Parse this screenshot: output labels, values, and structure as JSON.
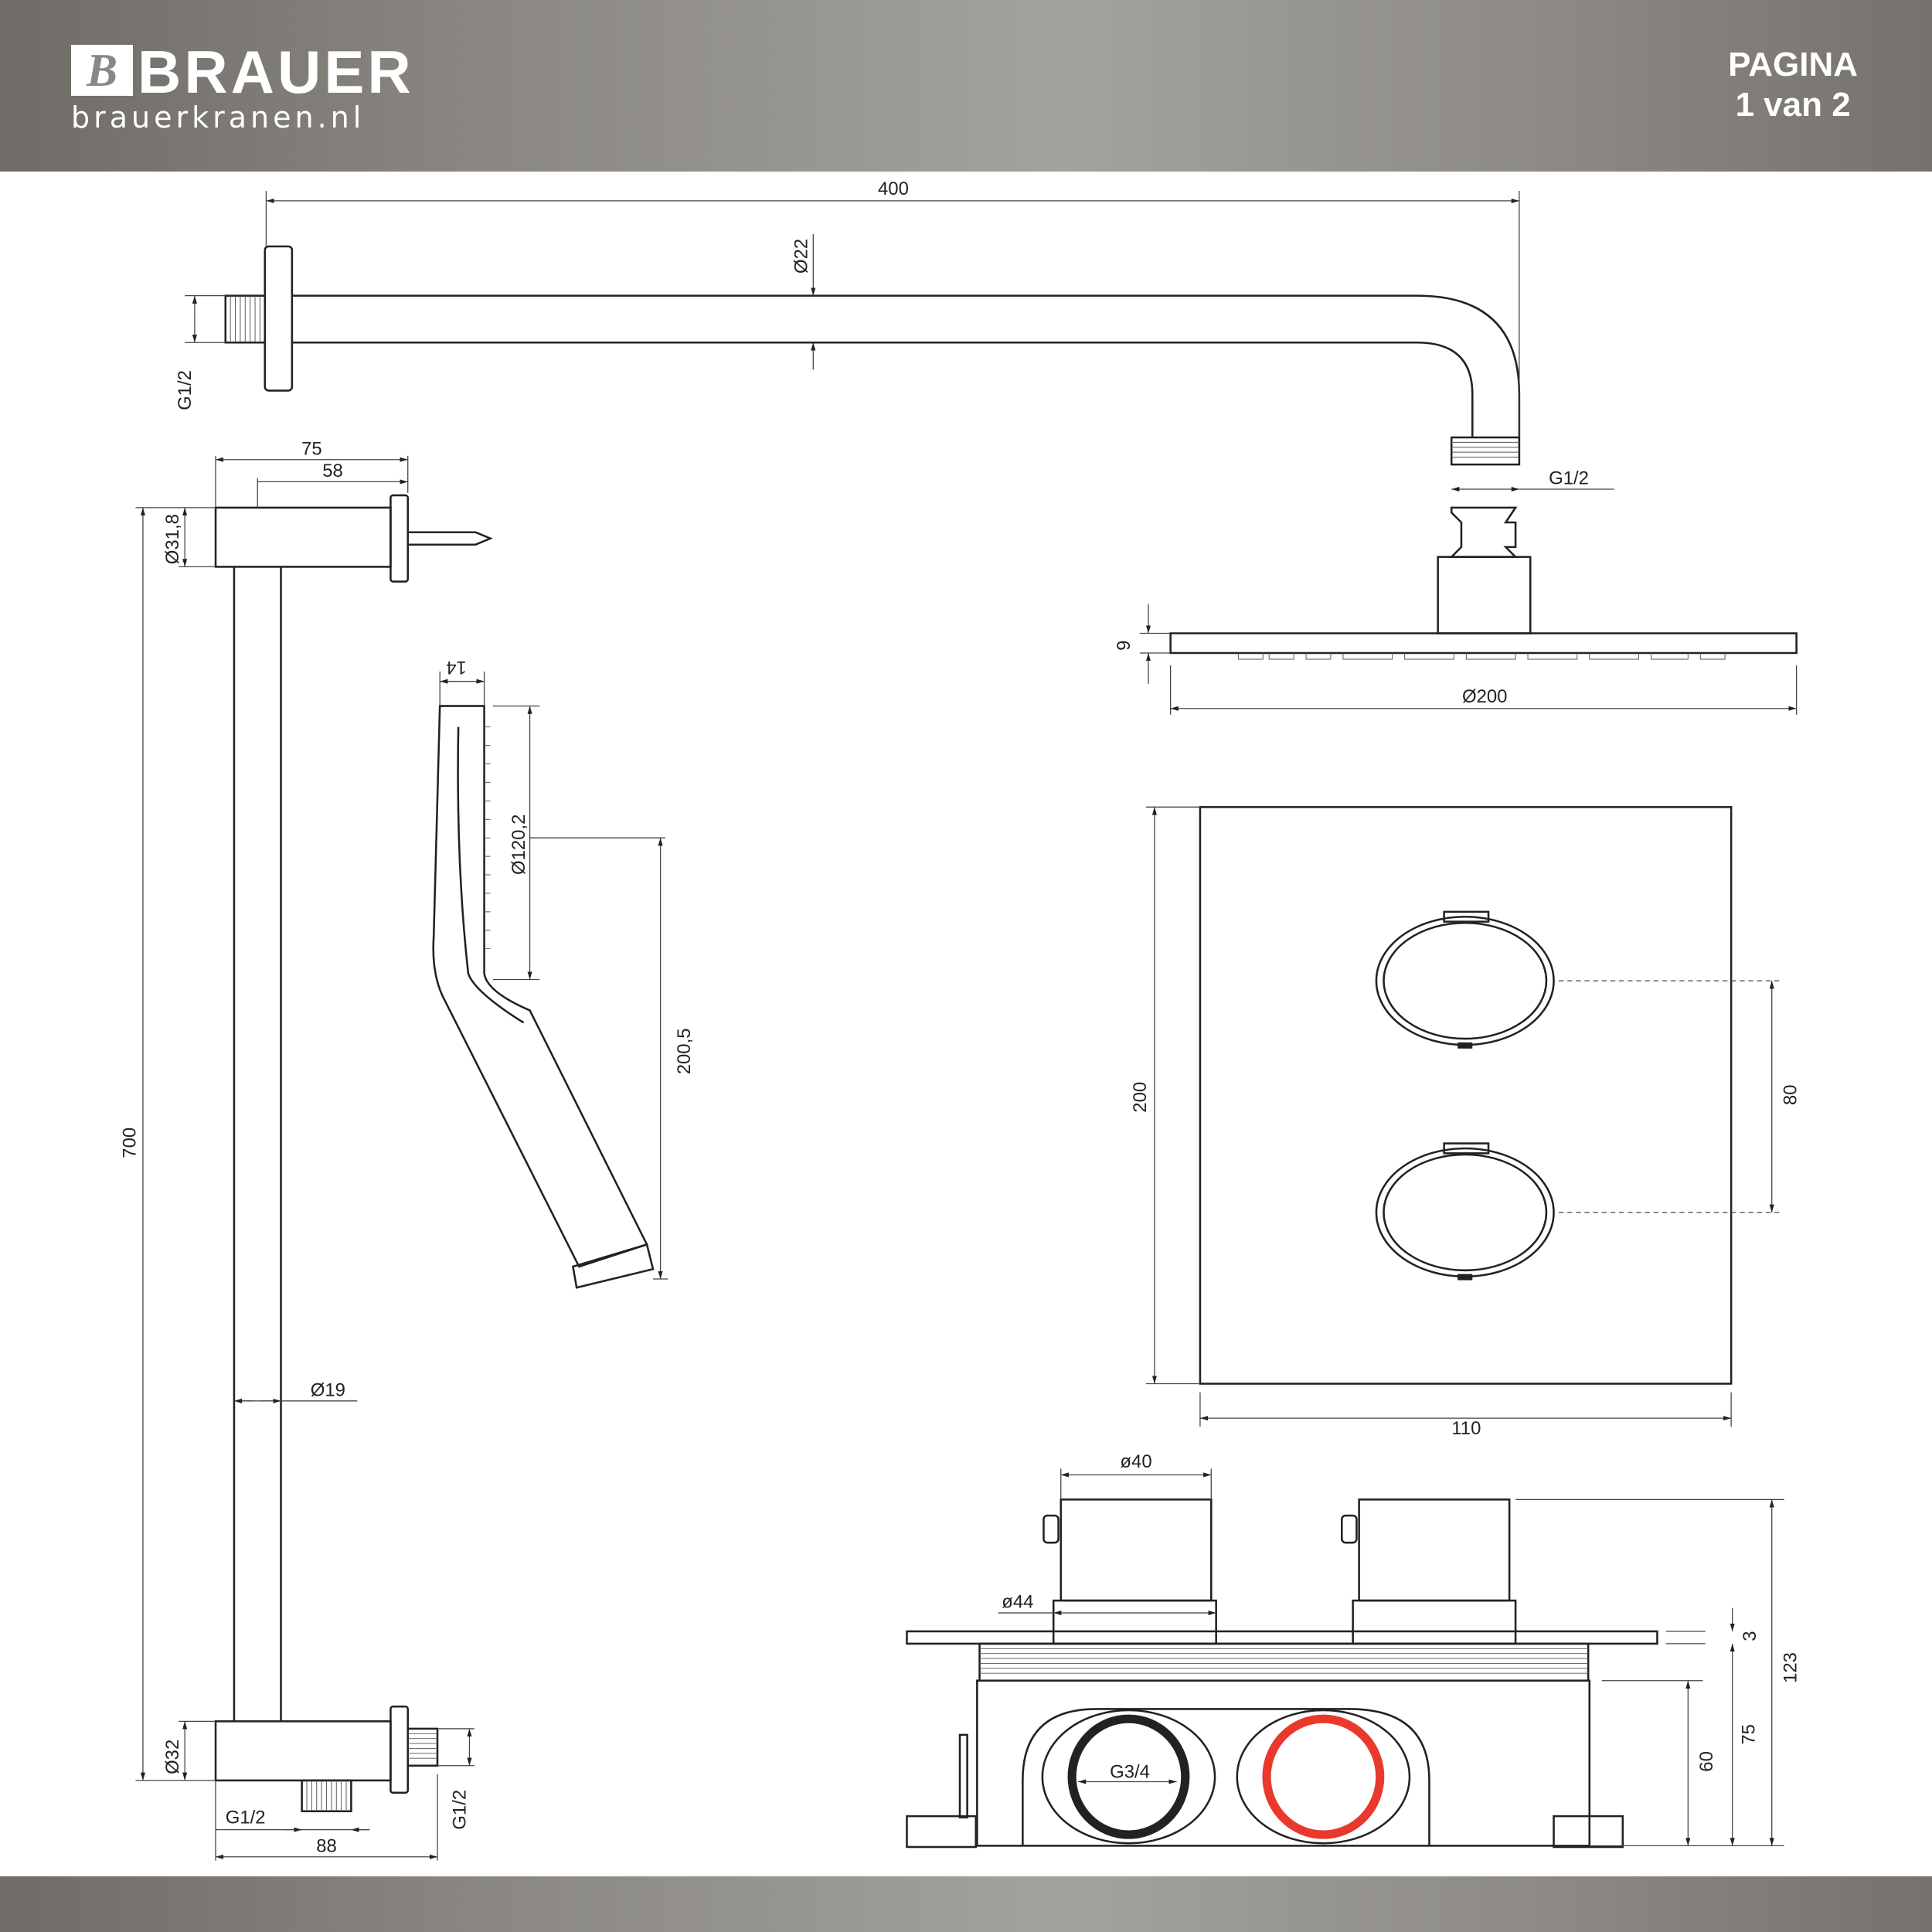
{
  "header": {
    "brand": "BRAUER",
    "brand_mark": "B",
    "website": "brauerkranen.nl",
    "page_label": "PAGINA",
    "page_number": "1 van 2"
  },
  "colors": {
    "hot": "#e8392c",
    "cold": "#222222"
  },
  "dims": {
    "arm_length": "400",
    "arm_diameter": "Ø22",
    "arm_thread": "G1/2",
    "head_thread": "G1/2",
    "head_height": "9",
    "head_diameter": "Ø200",
    "holder_width": "75",
    "holder_inner": "58",
    "holder_diameter": "Ø31,8",
    "rail_length": "700",
    "rail_diameter": "Ø19",
    "outlet_diameter": "Ø32",
    "outlet_thread_bottom": "G1/2",
    "outlet_thread_side": "G1/2",
    "outlet_width": "88",
    "hand_thickness": "14",
    "hand_diameter": "Ø120,2",
    "hand_length": "200,5",
    "plate_height": "200",
    "plate_width": "110",
    "knob_spacing": "80",
    "knob_diameter": "ø40",
    "rosette_diameter": "ø44",
    "inlet_thread": "G3/4",
    "plate_thickness": "3",
    "total_depth": "123",
    "box_depth": "75",
    "box_body": "60"
  }
}
